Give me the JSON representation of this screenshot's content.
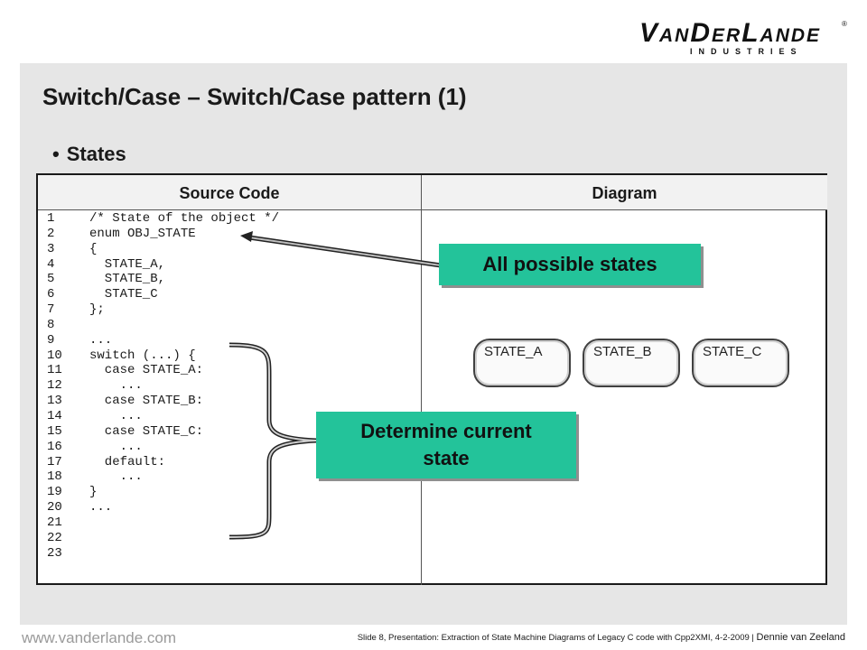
{
  "logo": {
    "main_first": "V",
    "main_first_rest": "AN",
    "main_second": "D",
    "main_second_rest": "ER",
    "main_third": "L",
    "main_third_rest": "ANDE",
    "sub": "INDUSTRIES",
    "reg": "®"
  },
  "title": "Switch/Case – Switch/Case pattern (1)",
  "bullet": {
    "dot": "•",
    "text": "States"
  },
  "table": {
    "col_source": "Source Code",
    "col_diagram": "Diagram",
    "code_lines": [
      {
        "n": "1",
        "t": "/* State of the object */"
      },
      {
        "n": "2",
        "t": "enum OBJ_STATE"
      },
      {
        "n": "3",
        "t": "{"
      },
      {
        "n": "4",
        "t": "  STATE_A,"
      },
      {
        "n": "5",
        "t": "  STATE_B,"
      },
      {
        "n": "6",
        "t": "  STATE_C"
      },
      {
        "n": "7",
        "t": "};"
      },
      {
        "n": "8",
        "t": ""
      },
      {
        "n": "9",
        "t": "..."
      },
      {
        "n": "10",
        "t": "switch (...) {"
      },
      {
        "n": "11",
        "t": "  case STATE_A:"
      },
      {
        "n": "12",
        "t": "    ..."
      },
      {
        "n": "13",
        "t": "  case STATE_B:"
      },
      {
        "n": "14",
        "t": "    ..."
      },
      {
        "n": "15",
        "t": "  case STATE_C:"
      },
      {
        "n": "16",
        "t": "    ..."
      },
      {
        "n": "17",
        "t": "  default:"
      },
      {
        "n": "18",
        "t": "    ..."
      },
      {
        "n": "19",
        "t": "}"
      },
      {
        "n": "20",
        "t": "..."
      },
      {
        "n": "21",
        "t": ""
      },
      {
        "n": "22",
        "t": ""
      },
      {
        "n": "23",
        "t": ""
      }
    ]
  },
  "callouts": {
    "all_states": "All possible states",
    "current_line1": "Determine current",
    "current_line2": "state"
  },
  "diagram": {
    "states": [
      "STATE_A",
      "STATE_B",
      "STATE_C"
    ]
  },
  "footer": {
    "url": "www.vanderlande.com",
    "note": "Slide 8, Presentation: Extraction of State Machine Diagrams of Legacy C code with Cpp2XMI, 4-2-2009",
    "separator": " | ",
    "author": "Dennie van Zeeland"
  },
  "colors": {
    "callout": "#23c39a",
    "slide_bg": "#e6e6e6",
    "text": "#1a1a1a",
    "footer_url": "#9a9a9a"
  }
}
